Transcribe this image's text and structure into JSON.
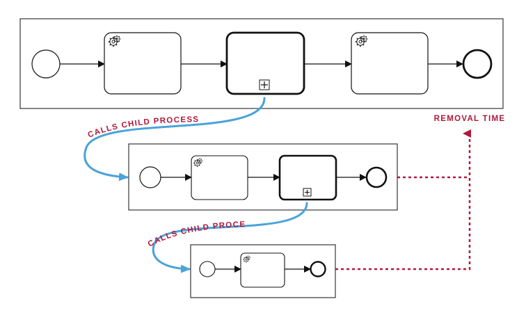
{
  "labels": {
    "removal_time": "REMOVAL TIME",
    "calls_child_process": "CALLS CHILD PROCESS",
    "calls_child_process_2": "CALLS CHILD PROCESS"
  },
  "colors": {
    "call_arrow": "#4aa3d8",
    "removal_line": "#b0183a",
    "outline": "#111111"
  },
  "icons": {
    "service_task": "gear-icon",
    "subprocess_marker": "plus-square-icon"
  }
}
